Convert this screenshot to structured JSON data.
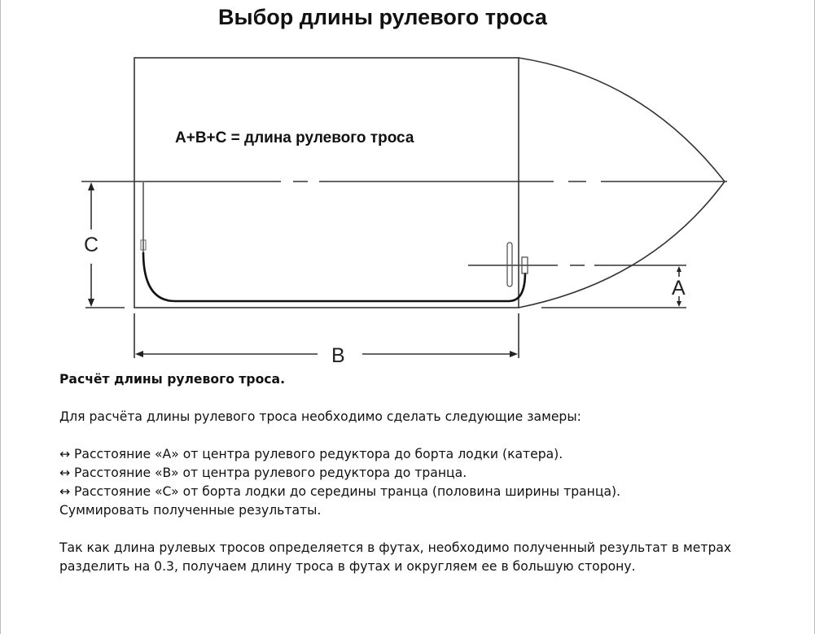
{
  "title": "Выбор длины рулевого троса",
  "diagram": {
    "formula": "A+B+C = длина рулевого троса",
    "label_a": "A",
    "label_b": "B",
    "label_c": "C"
  },
  "section": {
    "heading": "Расчёт длины рулевого троса.",
    "intro": "Для расчёта длины рулевого троса необходимо сделать следующие замеры:",
    "items": [
      "↔ Расстояние «A» от центра рулевого редуктора до борта лодки (катера).",
      "↔ Расстояние «B» от центра рулевого редуктора до транца.",
      "↔ Расстояние «C» от борта лодки до середины транца (половина ширины транца)."
    ],
    "summary": "Суммировать полученные результаты.",
    "note": "Так как длина рулевых тросов определяется в футах, необходимо полученный результат в метрах разделить на 0.3, получаем длину троса в футах и округляем ее в большую сторону."
  }
}
